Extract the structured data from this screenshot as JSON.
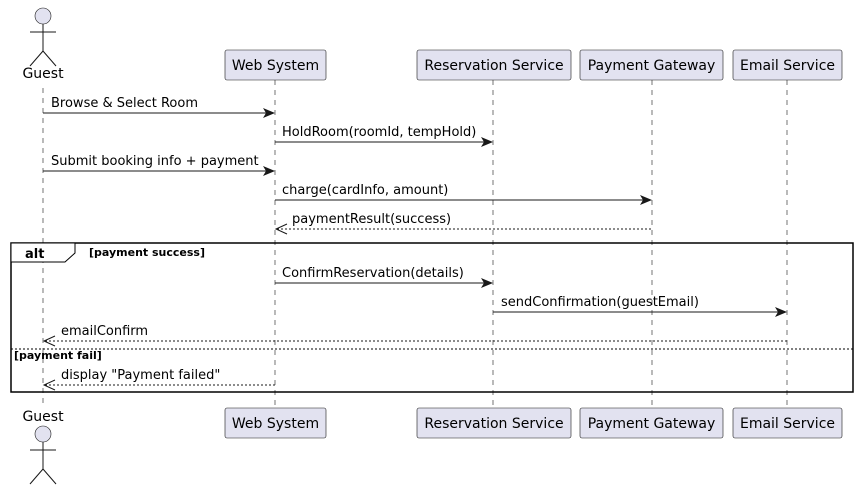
{
  "participants": [
    {
      "id": "guest",
      "label": "Guest",
      "kind": "actor"
    },
    {
      "id": "web",
      "label": "Web System",
      "kind": "participant"
    },
    {
      "id": "res",
      "label": "Reservation Service",
      "kind": "participant"
    },
    {
      "id": "pay",
      "label": "Payment Gateway",
      "kind": "participant"
    },
    {
      "id": "email",
      "label": "Email Service",
      "kind": "participant"
    }
  ],
  "messages": [
    {
      "from": "guest",
      "to": "web",
      "text": "Browse & Select Room",
      "style": "solid"
    },
    {
      "from": "web",
      "to": "res",
      "text": "HoldRoom(roomId, tempHold)",
      "style": "solid"
    },
    {
      "from": "guest",
      "to": "web",
      "text": "Submit booking info + payment",
      "style": "solid"
    },
    {
      "from": "web",
      "to": "pay",
      "text": "charge(cardInfo, amount)",
      "style": "solid"
    },
    {
      "from": "pay",
      "to": "web",
      "text": "paymentResult(success)",
      "style": "dashed"
    },
    {
      "from": "web",
      "to": "res",
      "text": "ConfirmReservation(details)",
      "style": "solid"
    },
    {
      "from": "res",
      "to": "email",
      "text": "sendConfirmation(guestEmail)",
      "style": "solid"
    },
    {
      "from": "email",
      "to": "guest",
      "text": "emailConfirm",
      "style": "dashed"
    },
    {
      "from": "web",
      "to": "guest",
      "text": "display \"Payment failed\"",
      "style": "dashed"
    }
  ],
  "fragment": {
    "keyword": "alt",
    "guards": [
      "[payment success]",
      "[payment fail]"
    ]
  },
  "colors": {
    "participant_fill": "#E2E2F0",
    "line": "#181818"
  }
}
